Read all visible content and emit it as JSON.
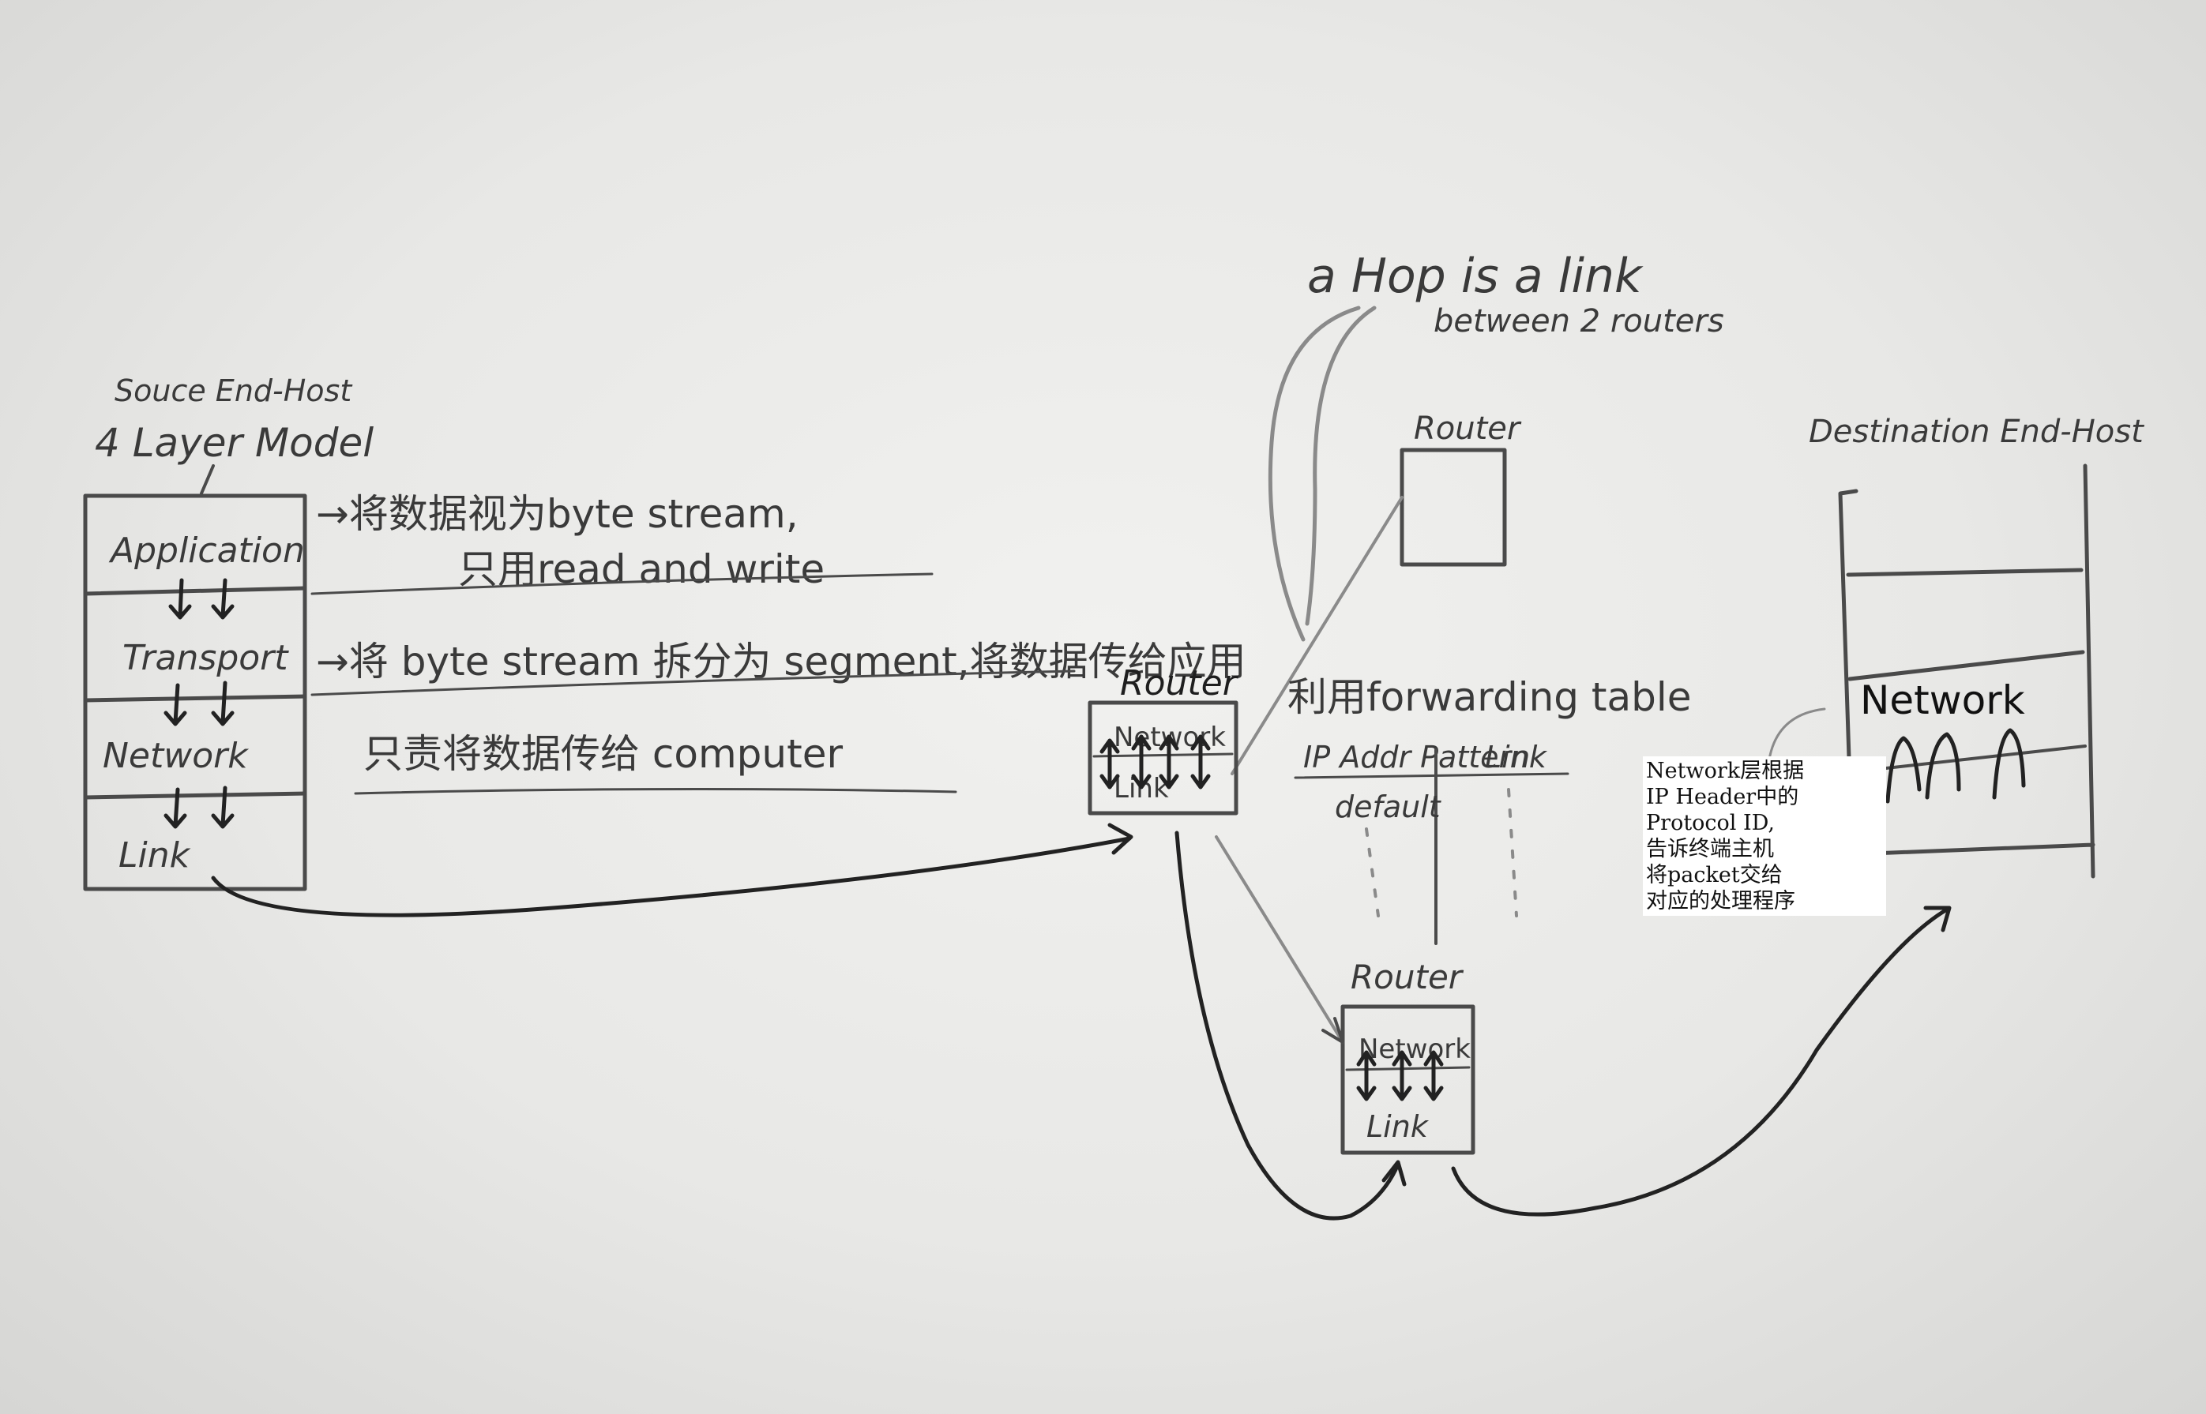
{
  "source": {
    "title": "Souce End-Host",
    "subtitle": "4 Layer Model",
    "layers": [
      "Application",
      "Transport",
      "Network",
      "Link"
    ]
  },
  "annotations": {
    "application": "→将数据视为byte stream,",
    "application_line2": "只用read and write",
    "transport": "→将 byte stream 拆分为 segment,将数据传给应用",
    "network": "只责将数据传给 computer"
  },
  "hop_note": {
    "line1": "a Hop is a link",
    "line2": "between 2 routers"
  },
  "routers": {
    "top": {
      "label": "Router"
    },
    "middle": {
      "label": "Router",
      "layers": [
        "Network",
        "Link"
      ]
    },
    "bottom": {
      "label": "Router",
      "layers": [
        "Network",
        "Link"
      ]
    }
  },
  "forwarding": {
    "title": "利用forwarding table",
    "columns": [
      "IP Addr Pattern",
      "Link"
    ],
    "row": "default"
  },
  "destination": {
    "title": "Destination End-Host",
    "network_label": "Network"
  },
  "printed_note": "Network层根据\nIP Header中的\nProtocol ID,\n告诉终端主机\n将packet交给\n对应的处理程序",
  "colors": {
    "paper": "#ecece9",
    "pencil": "#4a4a4a",
    "pen": "#222222"
  }
}
